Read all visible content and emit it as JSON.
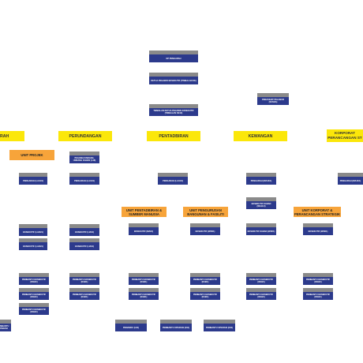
{
  "top": {
    "l1": "KP PENGARAH",
    "l2": "KETUA PEGAWAI EKSEKUTIF (TIMBALAN KE)",
    "l3": "TIMBALAN KETUA PEGAWAI EKSEKUTIF (TIMBALAN KE13)",
    "side": "PENASIHAT PELABUR (SUSDA)"
  },
  "heads": {
    "left": "RAH",
    "perundangan": "PERUNDANGAN",
    "pentadbiran": "PENTADBIRAN",
    "kewangan": "KEWANGAN",
    "korporat": "KORPORAT PERANCANGAN ST"
  },
  "units": {
    "projek": "UNIT PROJEK",
    "pentadbiran_sumber": "UNIT PENTADBIRAN & SUMBER MANUSIA",
    "pengurusan_bangunan": "UNIT PENGURUSAN BANGUNAN & FASILITI",
    "korporat_perancangan": "UNIT KORPORAT & PERANCANGAN STRATEGIK"
  },
  "nodes": {
    "peg_kanan": "PEGAWAI UNDANG-UNDANG KANAN (L48)",
    "pengarah_a": "PENGARAH (LA44/1)",
    "pengarah_b": "PENGARAH (LA44/1)",
    "pengarah_c": "PENGARAH (LA44/1)",
    "pengarah_d": "PENGARAH (WA44/1)",
    "pengarah_e": "PENGARAH (WA44/1)",
    "eks_kanan": "EKSEKUTIF KANAN (WA41/4)",
    "ek_a1": "EKSEKUTIF (LA29/1)",
    "ek_a2": "EKSEKUTIF (LA29/1)",
    "ek_b1": "EKSEKUTIF (L29/1)",
    "ek_b2": "EKSEKUTIF (L29/1)",
    "ek_c": "EKSEKUTIF (N29/1)",
    "ek_d": "EKSEKUTIF (W29/1)",
    "ek_e": "EKSEKUTIF KANAN (W32/1)",
    "ek_f": "EKSEKUTIF (W29/1)",
    "pe_a1": "PEMBANTU EKSEKUTIF (W19/1)",
    "pe_a2": "PEMBANTU EKSEKUTIF (W19/1)",
    "pe_a3": "PEMBANTU EKSEKUTIF (W19/1)",
    "pe_b1": "PEMBANTU EKSEKUTIF (N19/1)",
    "pe_b2": "PEMBANTU EKSEKUTIF (N19/1)",
    "pe_c1": "PEMBANTU EKSEKUTIF (N19/1)",
    "pe_c2": "PEMBANTU EKSEKUTIF (N19/1)",
    "pe_d1": "PEMBANTU EKSEKUTIF (N19/1)",
    "pe_d2": "PEMBANTU EKSEKUTIF (N19/1)",
    "pe_e1": "PEMBANTU EKSEKUTIF (W19/1)",
    "pe_e2": "PEMBANTU EKSEKUTIF (W19/1)",
    "pe_f1": "PEMBANTU EKSEKUTIF (W19/1)",
    "pe_f2": "PEMBANTU EKSEKUTIF (W19/1)",
    "op_left": "PEMBANTU OPERASI",
    "pemandu": "PEMANDU (H11)",
    "op_1": "PEMBANTU OPERASI (N11)",
    "op_2": "PEMBANTU OPERASI (N11)"
  }
}
